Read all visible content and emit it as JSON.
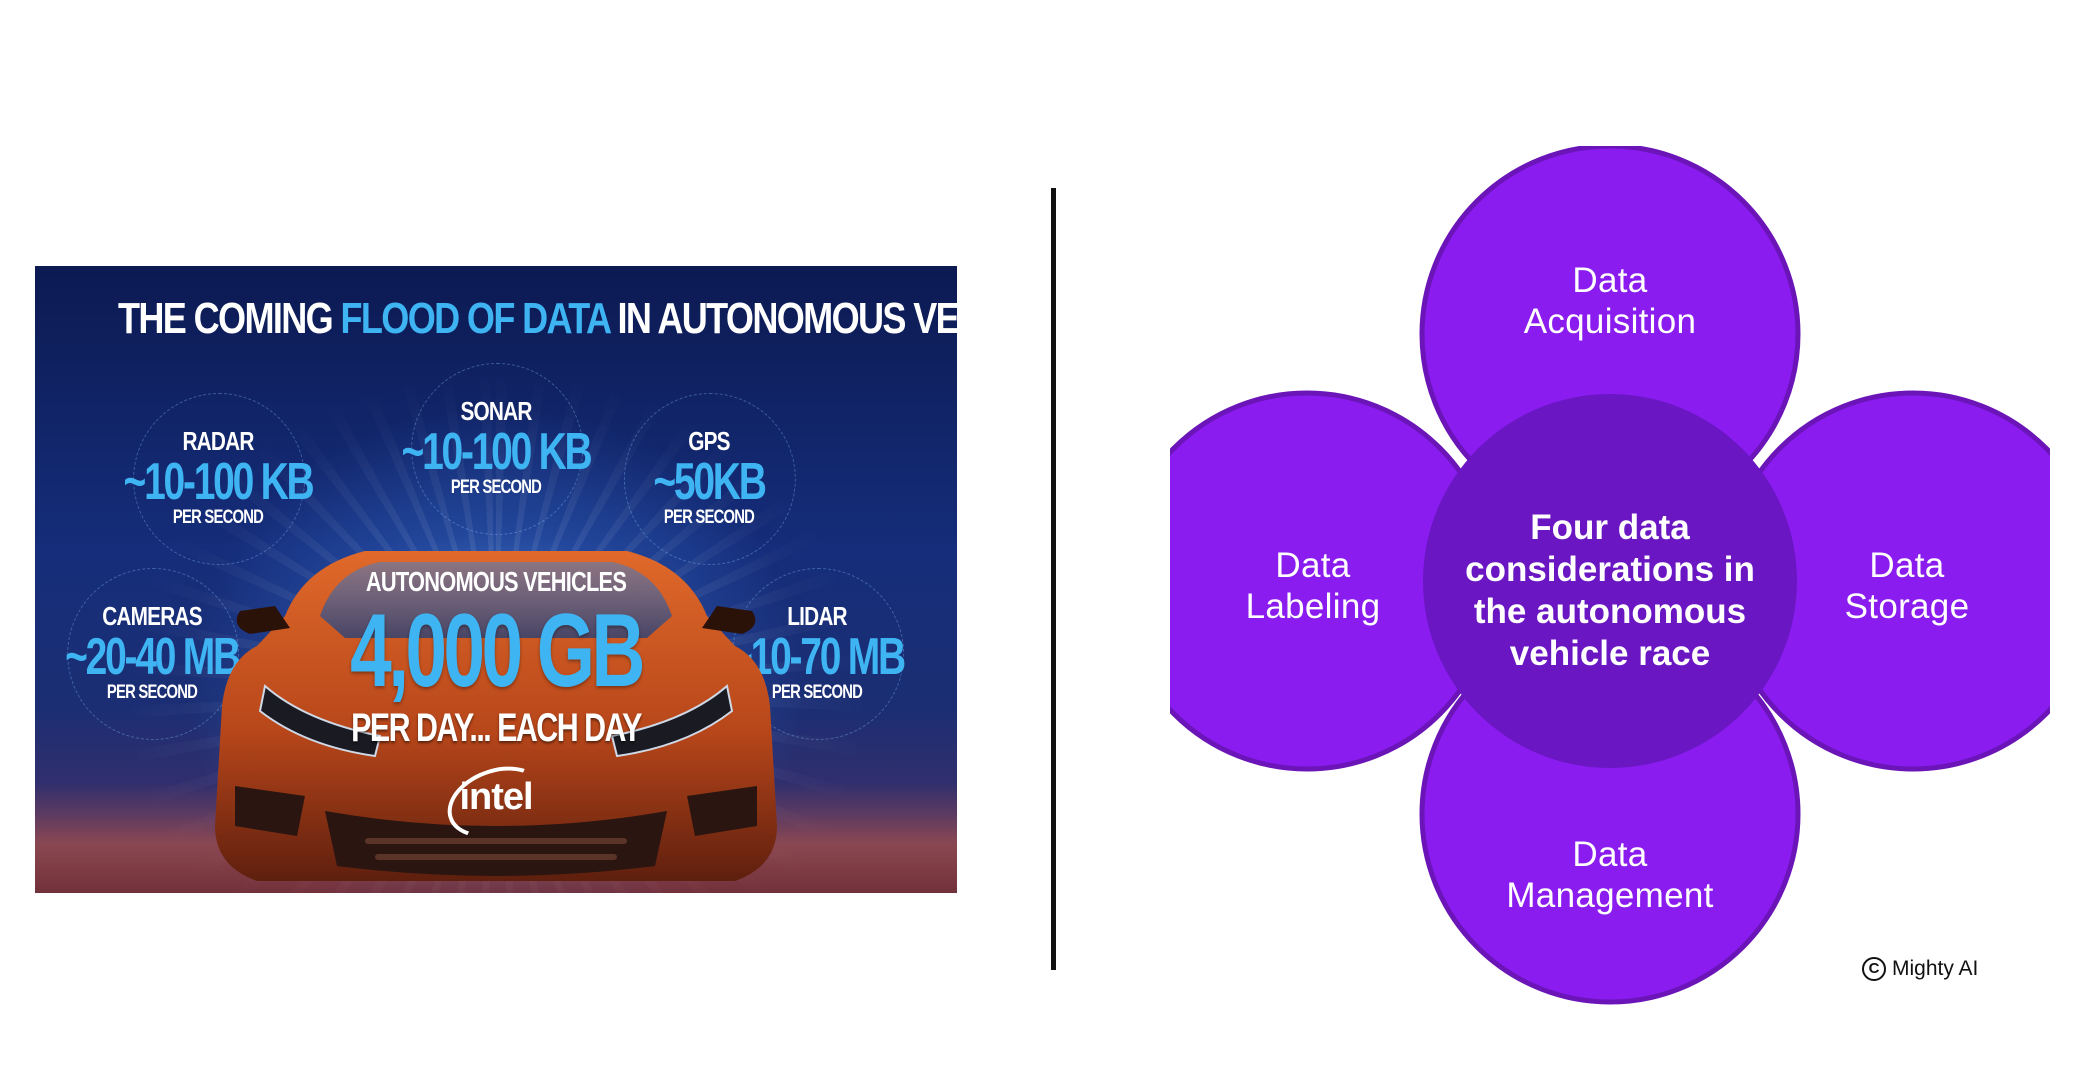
{
  "infographic": {
    "title_pre": "THE COMING ",
    "title_highlight": "FLOOD OF DATA",
    "title_post": " IN AUTONOMOUS VEHICLES",
    "sensors": [
      {
        "name": "RADAR",
        "value": "~10-100 KB",
        "unit": "PER SECOND"
      },
      {
        "name": "SONAR",
        "value": "~10-100 KB",
        "unit": "PER SECOND"
      },
      {
        "name": "GPS",
        "value": "~50KB",
        "unit": "PER SECOND"
      },
      {
        "name": "CAMERAS",
        "value": "~20-40 MB",
        "unit": "PER SECOND"
      },
      {
        "name": "LIDAR",
        "value": "~10-70 MB",
        "unit": "PER SECOND"
      }
    ],
    "car_label": "AUTONOMOUS VEHICLES",
    "car_total": "4,000 GB",
    "car_rate": "PER DAY... EACH DAY",
    "logo_text": "intel",
    "colors": {
      "highlight": "#3fb4f2",
      "car": "#c8561e"
    }
  },
  "diagram": {
    "center": [
      "Four data",
      "considerations in",
      "the autonomous",
      "vehicle race"
    ],
    "petals": {
      "top": [
        "Data",
        "Acquisition"
      ],
      "left": [
        "Data",
        "Labeling"
      ],
      "right": [
        "Data",
        "Storage"
      ],
      "bottom": [
        "Data",
        "Management"
      ]
    },
    "colors": {
      "petal": "#8a1cf0",
      "overlap": "#6a16c2",
      "center": "#6a16c2",
      "outline": "#6b14b8"
    }
  },
  "credit": {
    "icon": "copyright-icon",
    "text": "Mighty AI"
  }
}
